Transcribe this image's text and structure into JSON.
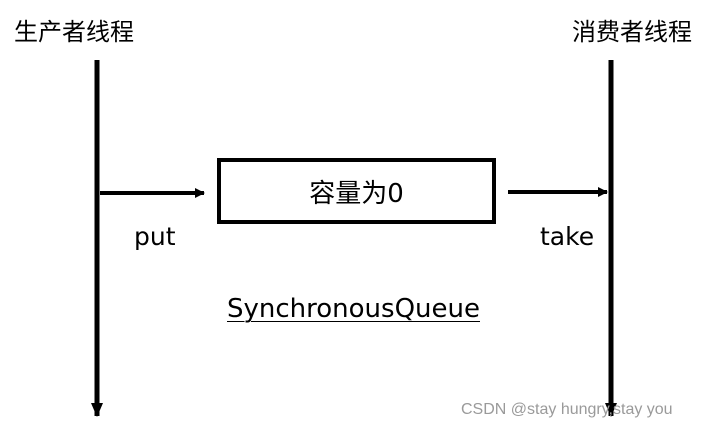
{
  "producer_label": "生产者线程",
  "consumer_label": "消费者线程",
  "box_label": "容量为0",
  "put_label": "put",
  "take_label": "take",
  "queue_label": "SynchronousQueue",
  "watermark": "CSDN @stay hungry,stay you",
  "colors": {
    "line": "#000000",
    "background": "#ffffff",
    "watermark": "#9a9a9a"
  }
}
